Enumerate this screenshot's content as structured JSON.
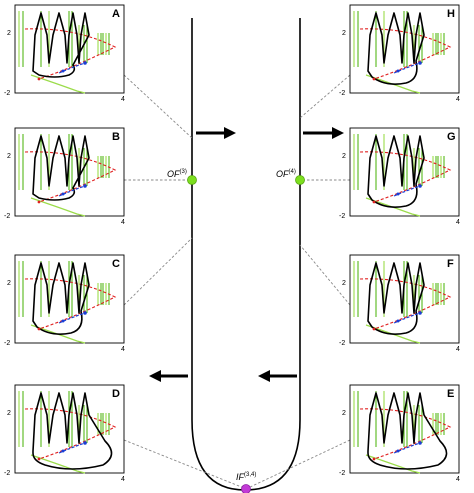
{
  "panels": [
    {
      "id": "A",
      "letter": "A",
      "tick_top": "2",
      "tick_bottom": "-2",
      "tick_right": "4"
    },
    {
      "id": "B",
      "letter": "B",
      "tick_top": "2",
      "tick_bottom": "-2",
      "tick_right": "4"
    },
    {
      "id": "C",
      "letter": "C",
      "tick_top": "2",
      "tick_bottom": "-2",
      "tick_right": "4"
    },
    {
      "id": "D",
      "letter": "D",
      "tick_top": "2",
      "tick_bottom": "-2",
      "tick_right": "4"
    },
    {
      "id": "H",
      "letter": "H",
      "tick_top": "2",
      "tick_bottom": "-2",
      "tick_right": "4"
    },
    {
      "id": "G",
      "letter": "G",
      "tick_top": "2",
      "tick_bottom": "-2",
      "tick_right": "4"
    },
    {
      "id": "F",
      "letter": "F",
      "tick_top": "2",
      "tick_bottom": "-2",
      "tick_right": "4"
    },
    {
      "id": "E",
      "letter": "E",
      "tick_top": "2",
      "tick_bottom": "-2",
      "tick_right": "4"
    }
  ],
  "nodes": {
    "of3": {
      "label": "OF",
      "sup": "(3)",
      "color": "#7ddf1f"
    },
    "of4": {
      "label": "OF",
      "sup": "(4)",
      "color": "#7ddf1f"
    },
    "if34": {
      "label": "IF",
      "sup": "(3,4)",
      "color": "#c23ad6"
    }
  },
  "colors": {
    "orbit": "#000000",
    "red_branch": "#e02020",
    "blue_branch": "#1a3fd6",
    "green_lines": "#55b81a",
    "light_green": "#9bdc4a",
    "connector": "#888888"
  }
}
